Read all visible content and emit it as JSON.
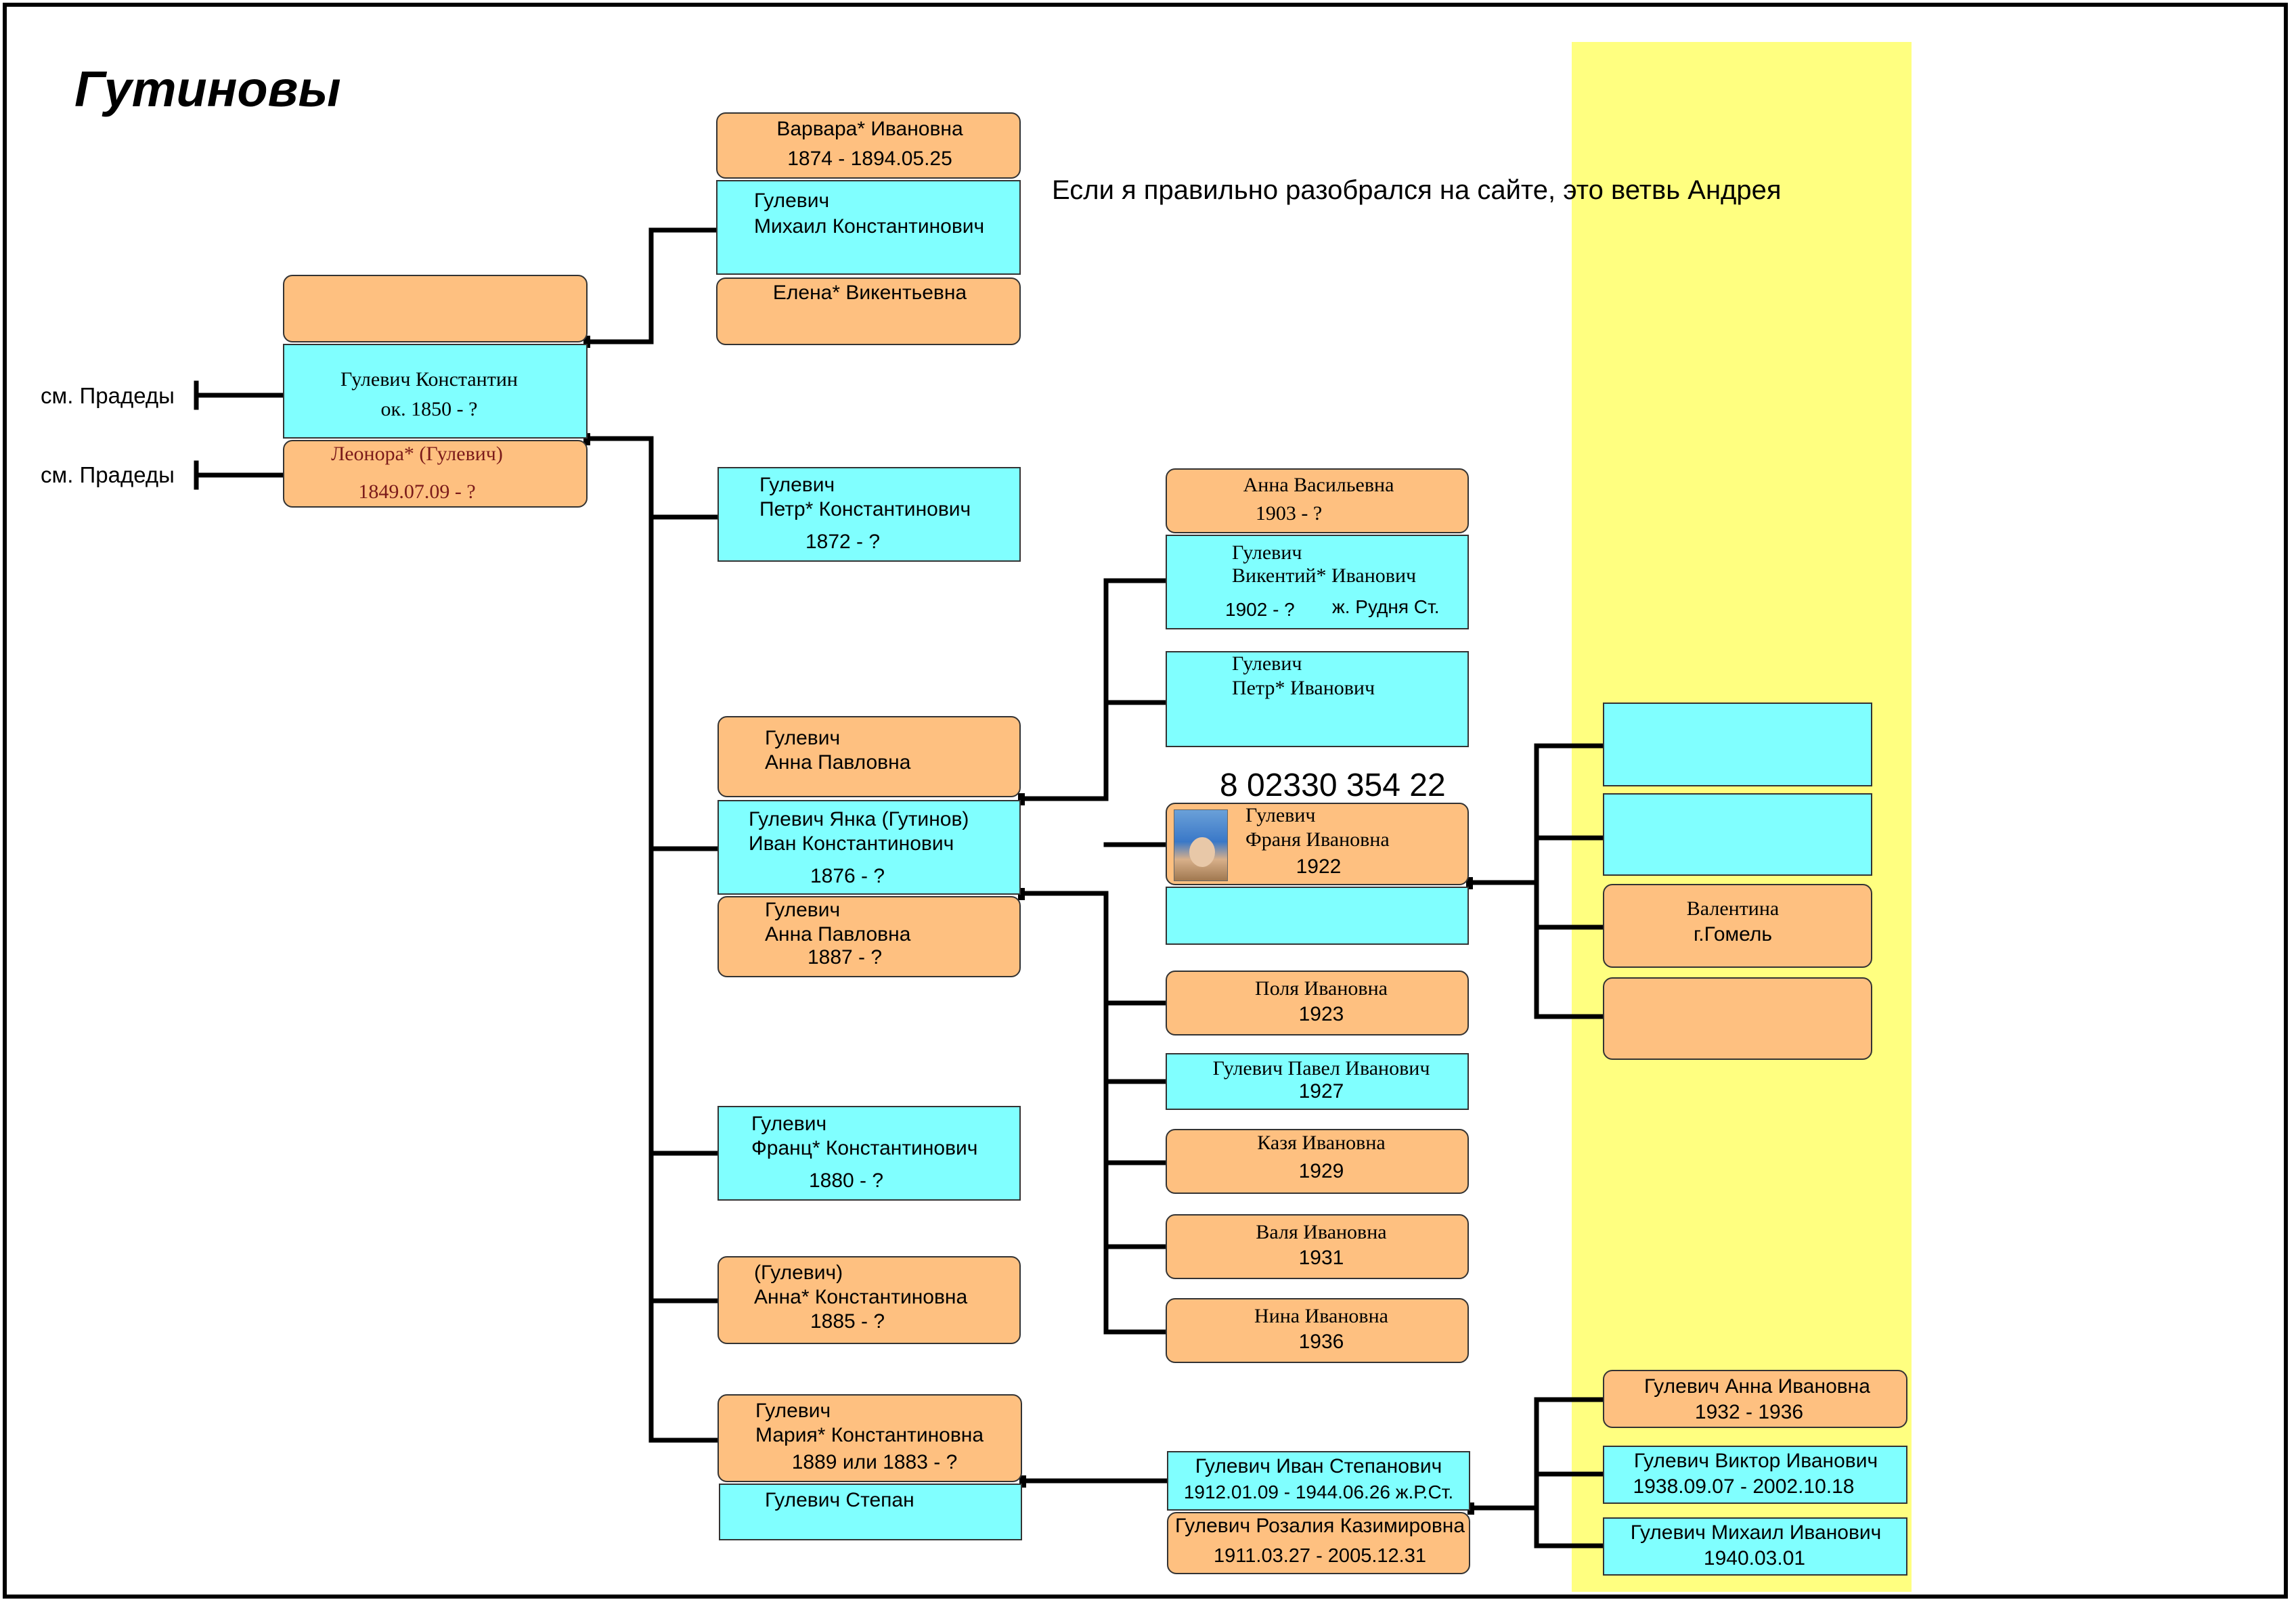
{
  "title": "Гутиновы",
  "note": "Если я правильно разобрался на сайте, это ветвь Андрея",
  "phone": "8 02330 354 22",
  "references": {
    "father_ref": "см. Прадеды",
    "mother_ref": "см. Прадеды"
  },
  "people": {
    "varvara": {
      "line1": "Варвара* Ивановна",
      "line2": "1874 - 1894.05.25"
    },
    "mikhail": {
      "line1": "Гулевич",
      "line2": "Михаил Константинович"
    },
    "elena": {
      "line1": "Елена* Викентьевна"
    },
    "konstantin": {
      "line1": "Гулевич Константин",
      "line2": "ок. 1850 - ?"
    },
    "leonora": {
      "line1": "Леонора* (Гулевич)",
      "line2": "1849.07.09 - ?"
    },
    "petr_k": {
      "line1": "Гулевич",
      "line2": "Петр* Константинович",
      "line3": "1872 - ?"
    },
    "anna_p1": {
      "line1": "Гулевич",
      "line2": "Анна Павловна"
    },
    "ivan_k": {
      "line1": "Гулевич Янка (Гутинов)",
      "line2": "Иван Константинович",
      "line3": "1876 - ?"
    },
    "anna_p2": {
      "line1": "Гулевич",
      "line2": "Анна Павловна",
      "line3": "1887 - ?"
    },
    "frants": {
      "line1": "Гулевич",
      "line2": "Франц* Константинович",
      "line3": "1880 - ?"
    },
    "anna_k": {
      "line1": "(Гулевич)",
      "line2": "Анна* Константиновна",
      "line3": "1885 - ?"
    },
    "maria": {
      "line1": "Гулевич",
      "line2": "Мария* Константиновна",
      "line3": "1889 или 1883 - ?"
    },
    "stepan": {
      "line1": "Гулевич Степан"
    },
    "anna_v": {
      "line1": "Анна Васильевна",
      "line2": "1903 - ?"
    },
    "vikenty": {
      "line1": "Гулевич",
      "line2": "Викентий* Иванович",
      "line3": "1902 - ?",
      "line4": "ж. Рудня Ст."
    },
    "petr_i": {
      "line1": "Гулевич",
      "line2": "Петр* Иванович"
    },
    "franya": {
      "line1": "Гулевич",
      "line2": "Франя Ивановна",
      "line3": "1922"
    },
    "polya": {
      "line1": "Поля Ивановна",
      "line2": "1923"
    },
    "pavel": {
      "line1": "Гулевич Павел Иванович",
      "line2": "1927"
    },
    "kazya": {
      "line1": "Казя Ивановна",
      "line2": "1929"
    },
    "valya": {
      "line1": "Валя Ивановна",
      "line2": "1931"
    },
    "nina": {
      "line1": "Нина Ивановна",
      "line2": "1936"
    },
    "valentina": {
      "line1": "Валентина",
      "line2": "г.Гомель"
    },
    "ivan_s": {
      "line1": "Гулевич Иван Степанович",
      "line2": "1912.01.09 - 1944.06.26 ж.Р.Ст."
    },
    "rozaliya": {
      "line1": "Гулевич Розалия Казимировна",
      "line2": "1911.03.27 - 2005.12.31"
    },
    "anna_i": {
      "line1": "Гулевич Анна Ивановна",
      "line2": "1932 - 1936"
    },
    "viktor": {
      "line1": "Гулевич Виктор Иванович",
      "line2": "1938.09.07 - 2002.10.18"
    },
    "mikhail_i": {
      "line1": "Гулевич Михаил Иванович",
      "line2": "1940.03.01"
    }
  },
  "colors": {
    "female_box": "#fec080",
    "male_box": "#80ffff",
    "highlight": "#ffff80",
    "line": "#000000"
  }
}
